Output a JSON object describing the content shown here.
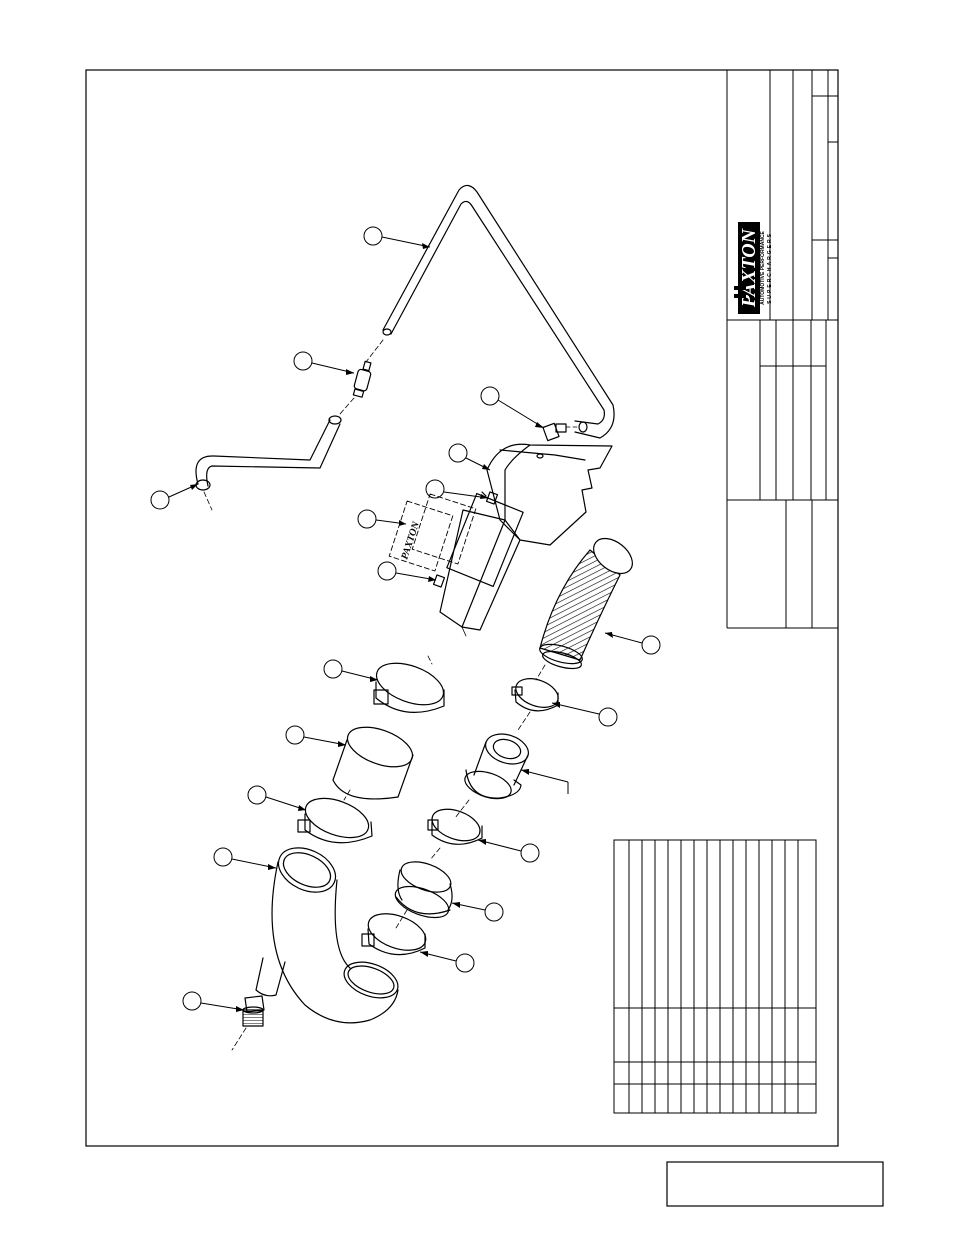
{
  "title_block": {
    "brand": "PAXTON",
    "brand_sub": "AUTOMOTIVE PERFORMANCE",
    "brand_tag": "SUPERCHARGERS"
  },
  "decal": {
    "label": "PAXTON"
  },
  "colors": {
    "line": "#000000",
    "paper": "#ffffff"
  },
  "icons": [
    "paxton-logo-icon",
    "checkered-flag-icon"
  ]
}
